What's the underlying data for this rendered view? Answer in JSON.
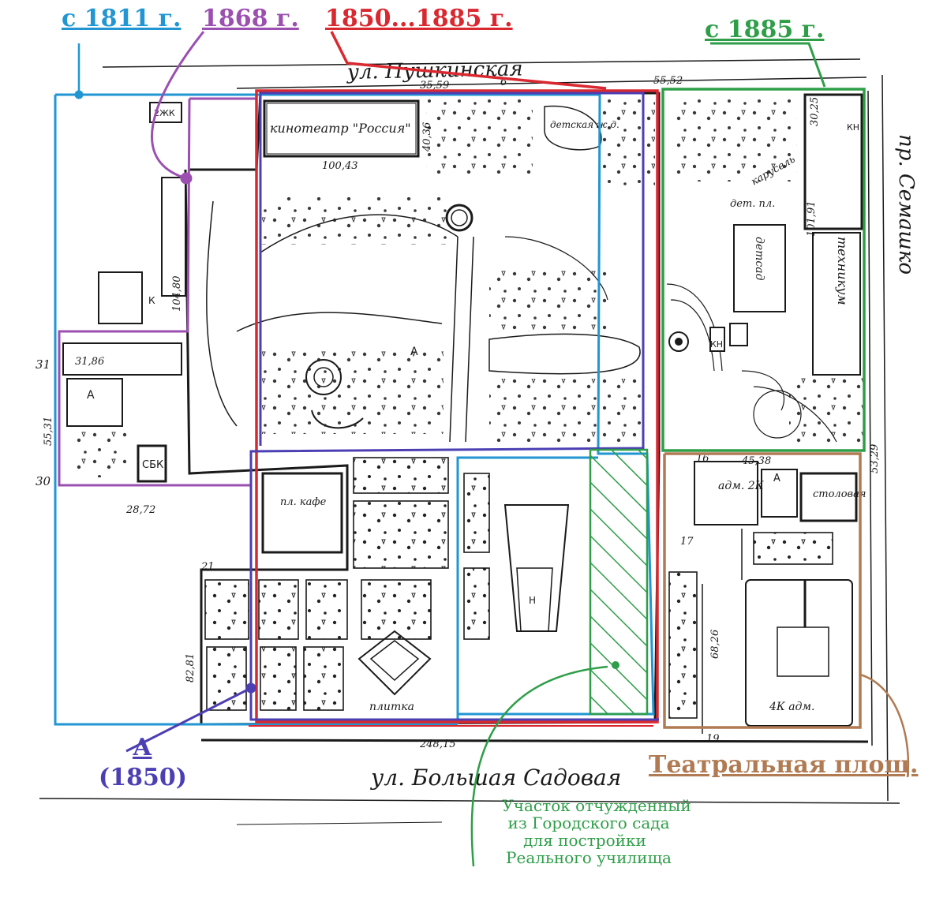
{
  "colors": {
    "blue": "#2196d3",
    "purple": "#9b4fb0",
    "red": "#d9282f",
    "green": "#2e9e48",
    "brown": "#b07a52",
    "navy": "#4b3fb3",
    "ink": "#1a1a1a"
  },
  "legend": {
    "since_1811": "с 1811 г.",
    "y1868": "1868 г.",
    "y1850_1885": "1850...1885 г.",
    "since_1885": "с 1885 г.",
    "a_label": "А",
    "a_year": "(1850)",
    "theatre_square": "Театральная площ.",
    "plot_line1": "Участок отчужденный",
    "plot_line2": "из Городского сада",
    "plot_line3": "для постройки",
    "plot_line4": "Реального училища"
  },
  "streets": {
    "pushkinskaya": "ул. Пушкинская",
    "bolshaya_sadovaya": "ул. Большая Садовая",
    "semashko": "пр. Семашко"
  },
  "map_labels": {
    "cinema": "кинотеатр \"Россия\"",
    "children_rr": "детская ж.д.",
    "carousel": "карусель",
    "playground": "дет. пл.",
    "kindergarten": "детсад",
    "technikum": "техникум",
    "cafe": "пл. кафе",
    "tile": "плитка",
    "canteen": "столовая",
    "adm_2k": "адм. 2К",
    "adm_4k": "4К адм.",
    "sbk": "СБК",
    "a": "А",
    "kn": "КН",
    "zhk": "2ЖК",
    "k": "К",
    "n": "Н"
  },
  "measurements": {
    "m_3559": "35,59",
    "m_5552": "55,52",
    "m_4036": "40,36",
    "m_10043": "100,43",
    "m_10480": "104,80",
    "m_5531": "55,31",
    "m_8281": "82,81",
    "m_24815": "248,15",
    "m_10191": "101,91",
    "m_5329": "53,29",
    "m_4538": "45,38",
    "m_3186": "31,86",
    "m_2872": "28,72",
    "m_3025": "30,25",
    "m_6826": "68,26",
    "m_31": "31",
    "m_30": "30",
    "m_21": "21",
    "m_19": "19",
    "m_17": "17",
    "m_16": "16",
    "m_6": "6"
  }
}
